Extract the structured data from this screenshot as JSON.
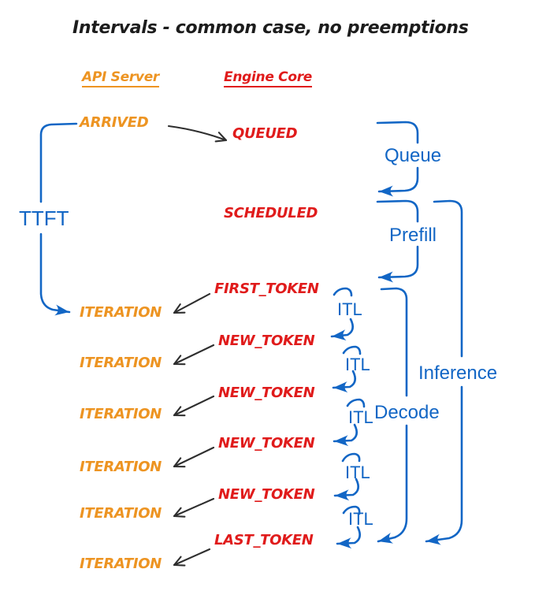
{
  "title": "Intervals - common case, no preemptions",
  "columns": {
    "api_server": "API Server",
    "engine_core": "Engine Core"
  },
  "events": {
    "arrived": "ARRIVED",
    "queued": "QUEUED",
    "scheduled": "SCHEDULED",
    "first_token": "FIRST_TOKEN",
    "new_tokens": [
      "NEW_TOKEN",
      "NEW_TOKEN",
      "NEW_TOKEN",
      "NEW_TOKEN"
    ],
    "last_token": "LAST_TOKEN",
    "iterations": [
      "ITERATION",
      "ITERATION",
      "ITERATION",
      "ITERATION",
      "ITERATION",
      "ITERATION"
    ]
  },
  "intervals": {
    "ttft": "TTFT",
    "queue": "Queue",
    "prefill": "Prefill",
    "itl": [
      "ITL",
      "ITL",
      "ITL",
      "ITL",
      "ITL"
    ],
    "decode": "Decode",
    "inference": "Inference"
  },
  "colors": {
    "api_server_orange": "#ED9422",
    "engine_core_red": "#E01B1B",
    "interval_blue": "#1266C5",
    "ink_black": "#2E2E2E"
  }
}
